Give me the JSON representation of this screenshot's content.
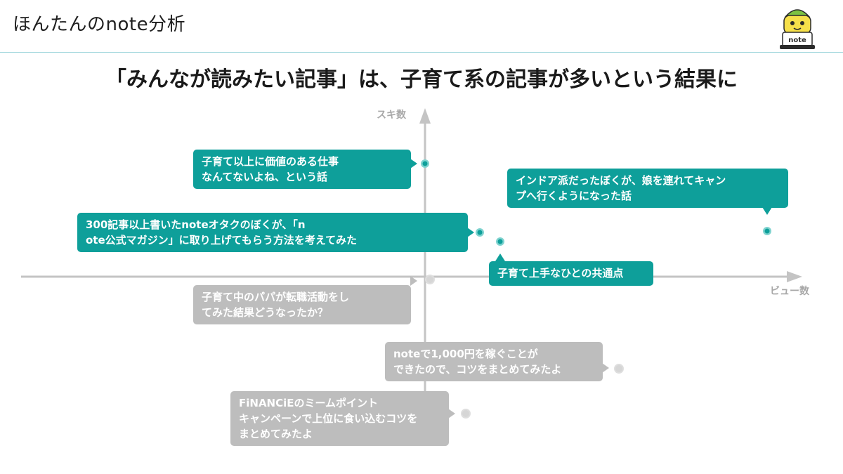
{
  "header": {
    "title": "ほんたんのnote分析",
    "mascot_text": "note"
  },
  "slide_title": "「みんなが読みたい記事」は、子育て系の記事が多いという結果に",
  "colors": {
    "teal": "#0e9f9a",
    "gray": "#bdbdbd",
    "axis": "#c4c4c4",
    "header_rule": "#9fd6dc"
  },
  "chart_data": {
    "type": "scatter",
    "xlabel": "ビュー数",
    "ylabel": "スキ数",
    "grid": false,
    "points": [
      {
        "label": "子育て以上に価値のある仕事なんてないよね、という話",
        "highlight": true
      },
      {
        "label": "インドア派だったぼくが、娘を連れてキャンプへ行くようになった話",
        "highlight": true
      },
      {
        "label": "300記事以上書いたnoteオタクのぼくが、「note公式マガジン」に取り上げてもらう方法を考えてみた",
        "highlight": true
      },
      {
        "label": "子育て上手なひとの共通点",
        "highlight": true
      },
      {
        "label": "子育て中のパパが転職活動をしてみた結果どうなったか？",
        "highlight": false
      },
      {
        "label": "noteで1,000円を稼ぐことができたので、コツをまとめてみたよ",
        "highlight": false
      },
      {
        "label": "FiNANCiEのミームポイントキャンペーンで上位に食い込むコツをまとめてみたよ",
        "highlight": false
      }
    ]
  }
}
